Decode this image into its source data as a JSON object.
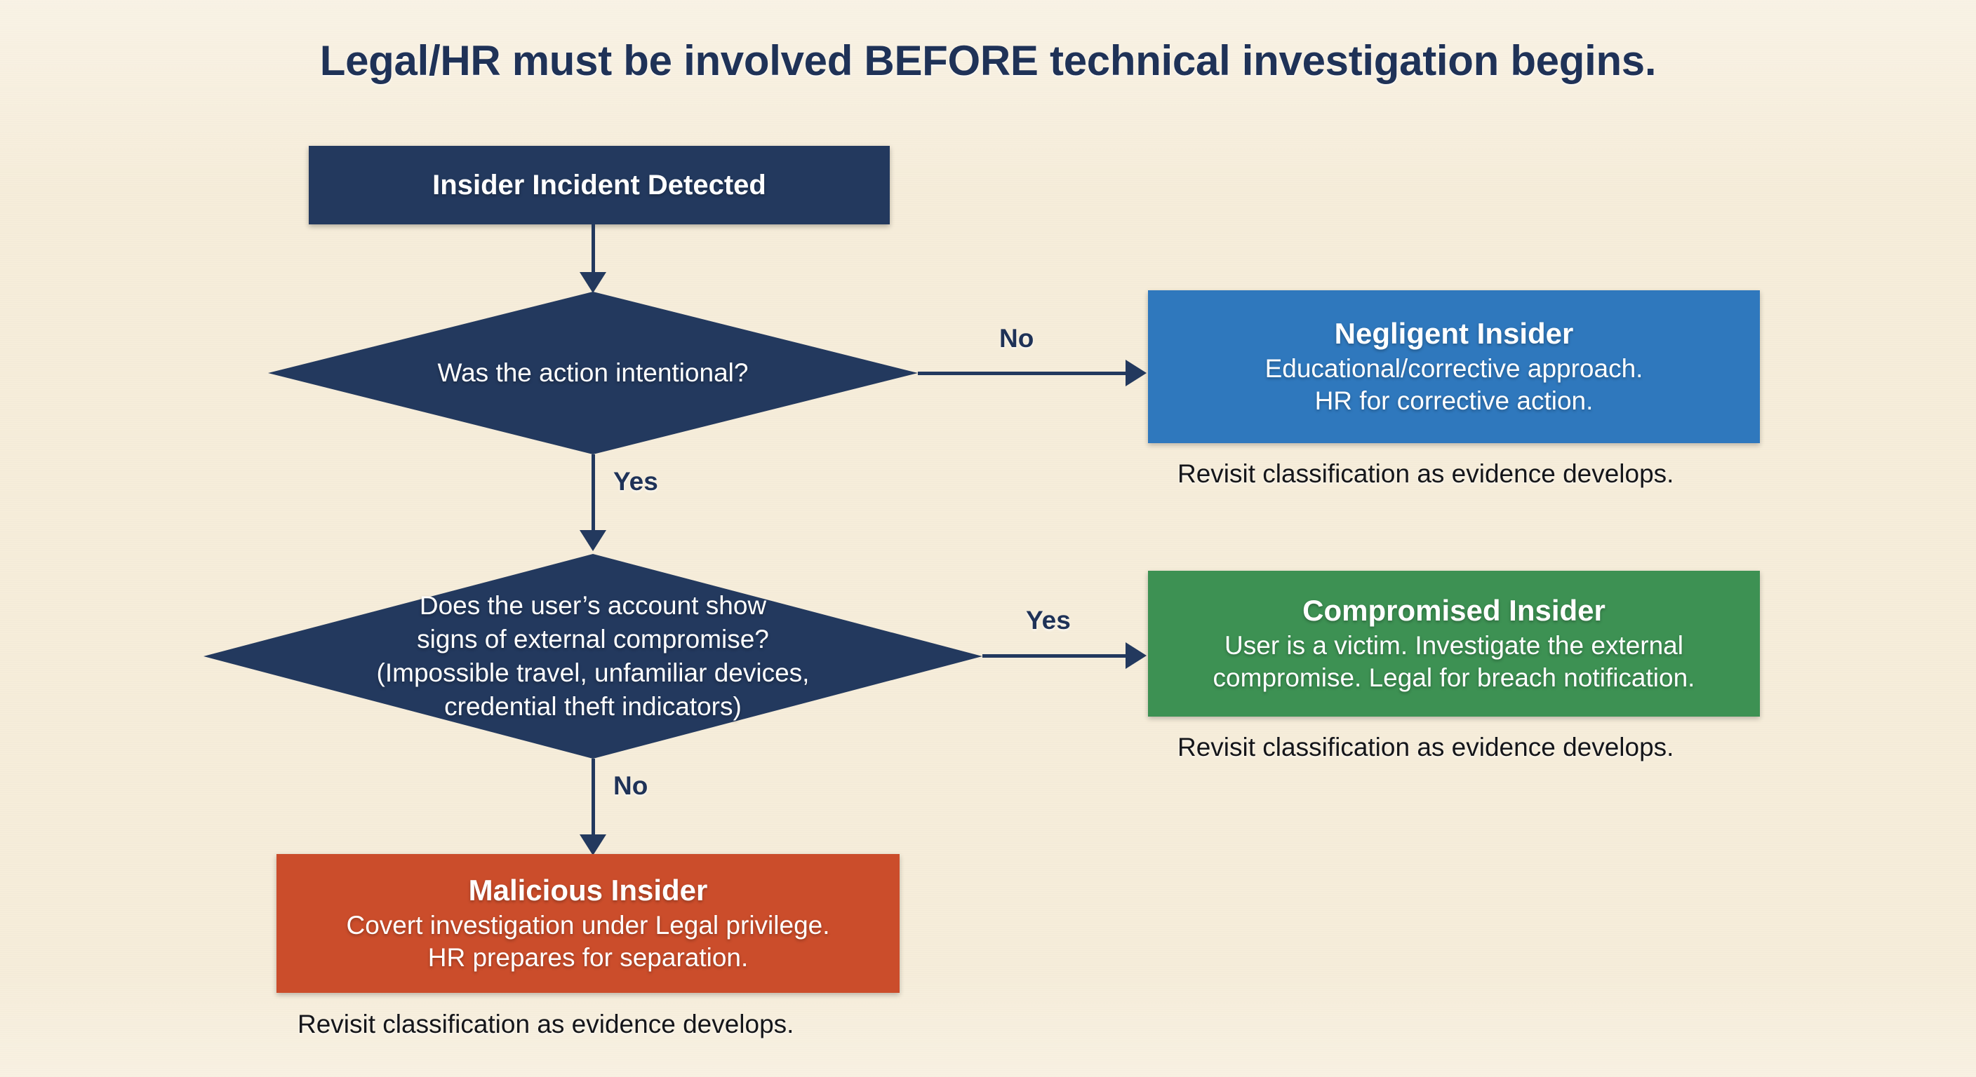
{
  "title": "Legal/HR must be involved BEFORE technical investigation begins.",
  "colors": {
    "background": "#f6edda",
    "navy": "#23395e",
    "blue": "#2f78bd",
    "green": "#3d9153",
    "red": "#cb4d2b",
    "title_text": "#1f3257",
    "caption_text": "#15161a"
  },
  "nodes": {
    "start": {
      "label": "Insider Incident Detected",
      "shape": "rectangle",
      "color": "#23395e"
    },
    "decision_intentional": {
      "shape": "diamond",
      "color": "#23395e",
      "lines": [
        "Was the action intentional?"
      ]
    },
    "decision_compromise": {
      "shape": "diamond",
      "color": "#23395e",
      "lines": [
        "Does the user’s account show",
        "signs of external compromise?",
        "(Impossible travel, unfamiliar devices,",
        "credential theft indicators)"
      ]
    },
    "negligent": {
      "shape": "rectangle",
      "color": "#2f78bd",
      "heading": "Negligent Insider",
      "lines": [
        "Educational/corrective approach.",
        "HR for corrective action."
      ],
      "caption": "Revisit classification as evidence develops."
    },
    "compromised": {
      "shape": "rectangle",
      "color": "#3d9153",
      "heading": "Compromised Insider",
      "lines": [
        "User is a victim. Investigate the external",
        "compromise. Legal for breach notification."
      ],
      "caption": "Revisit classification as evidence develops."
    },
    "malicious": {
      "shape": "rectangle",
      "color": "#cb4d2b",
      "heading": "Malicious Insider",
      "lines": [
        "Covert investigation under Legal privilege.",
        "HR prepares for separation."
      ],
      "caption": "Revisit classification as evidence develops."
    }
  },
  "edges": {
    "start_to_decision1": {
      "label": ""
    },
    "decision1_no": {
      "label": "No",
      "to": "negligent"
    },
    "decision1_yes": {
      "label": "Yes",
      "to": "decision_compromise"
    },
    "decision2_yes": {
      "label": "Yes",
      "to": "compromised"
    },
    "decision2_no": {
      "label": "No",
      "to": "malicious"
    }
  }
}
